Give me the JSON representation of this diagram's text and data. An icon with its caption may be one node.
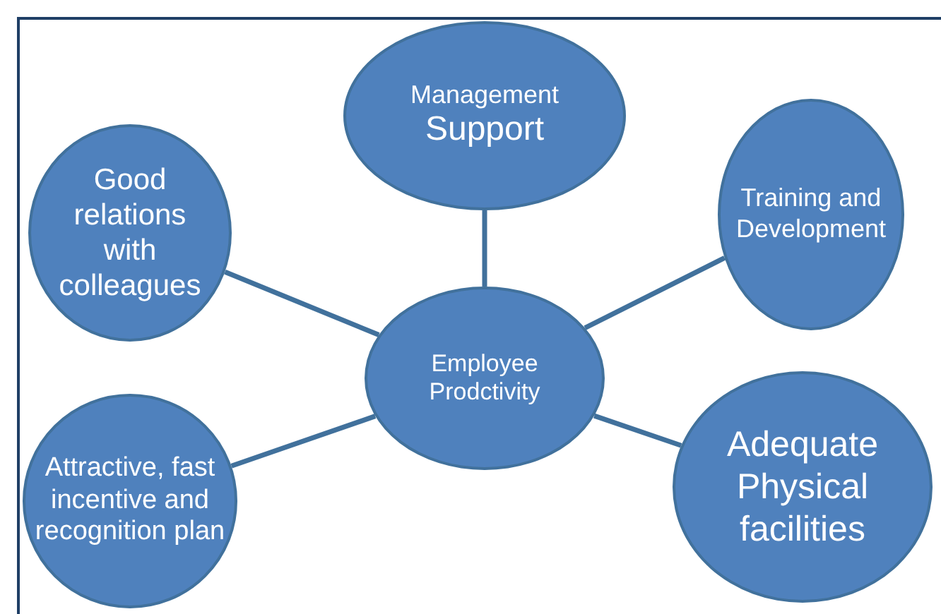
{
  "diagram": {
    "nodes": [
      {
        "text": [
          "Employee Prodctivity"
        ]
      },
      {
        "text": [
          "Management",
          "Support"
        ]
      },
      {
        "text": [
          "Good relations with colleagues"
        ]
      },
      {
        "text": [
          "Training and Development"
        ]
      },
      {
        "text": [
          "Attractive, fast incentive and recognition plan"
        ]
      },
      {
        "text": [
          "Adequate Physical facilities"
        ]
      }
    ],
    "edges": [
      {
        "from": 0,
        "to": 1,
        "arrow": "none"
      },
      {
        "from": 0,
        "to": 2,
        "arrow": "none"
      },
      {
        "from": 0,
        "to": 3,
        "arrow": "none"
      },
      {
        "from": 0,
        "to": 4,
        "arrow": "none"
      },
      {
        "from": 0,
        "to": 5,
        "arrow": "none"
      }
    ]
  }
}
